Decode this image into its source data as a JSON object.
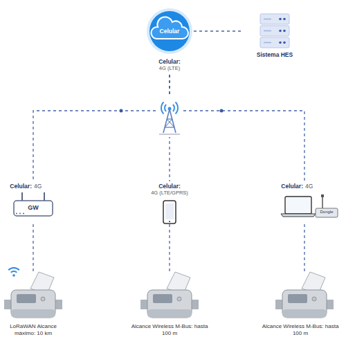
{
  "diagram": {
    "nodes": [
      {
        "text": [
          "Celular",
          "Celular:",
          "4G (LTE)"
        ]
      },
      {
        "text": [
          "Sistema HES"
        ]
      },
      {
        "text": [
          "Celular:",
          "4G",
          "GW"
        ]
      },
      {
        "text": [
          "Celular:",
          "4G (LTE/GPRS)"
        ]
      },
      {
        "text": [
          "Celular:",
          "4G",
          "Dongle"
        ]
      },
      {
        "text": [
          "LoRaWAN Alcance máximo: 10 km"
        ]
      },
      {
        "text": [
          "Alcance Wireless M-Bus: hasta 100 m"
        ]
      },
      {
        "text": [
          "Alcance Wireless M-Bus: hasta 100 m"
        ]
      }
    ],
    "edges": [
      {
        "from": 0,
        "to": 1,
        "arrow": "none"
      },
      {
        "from": 0,
        "to": 2,
        "arrow": "none"
      },
      {
        "from": 0,
        "to": 3,
        "arrow": "none"
      },
      {
        "from": 0,
        "to": 4,
        "arrow": "none"
      },
      {
        "from": 2,
        "to": 5,
        "arrow": "none"
      },
      {
        "from": 3,
        "to": 6,
        "arrow": "none"
      },
      {
        "from": 4,
        "to": 7,
        "arrow": "none"
      }
    ]
  }
}
